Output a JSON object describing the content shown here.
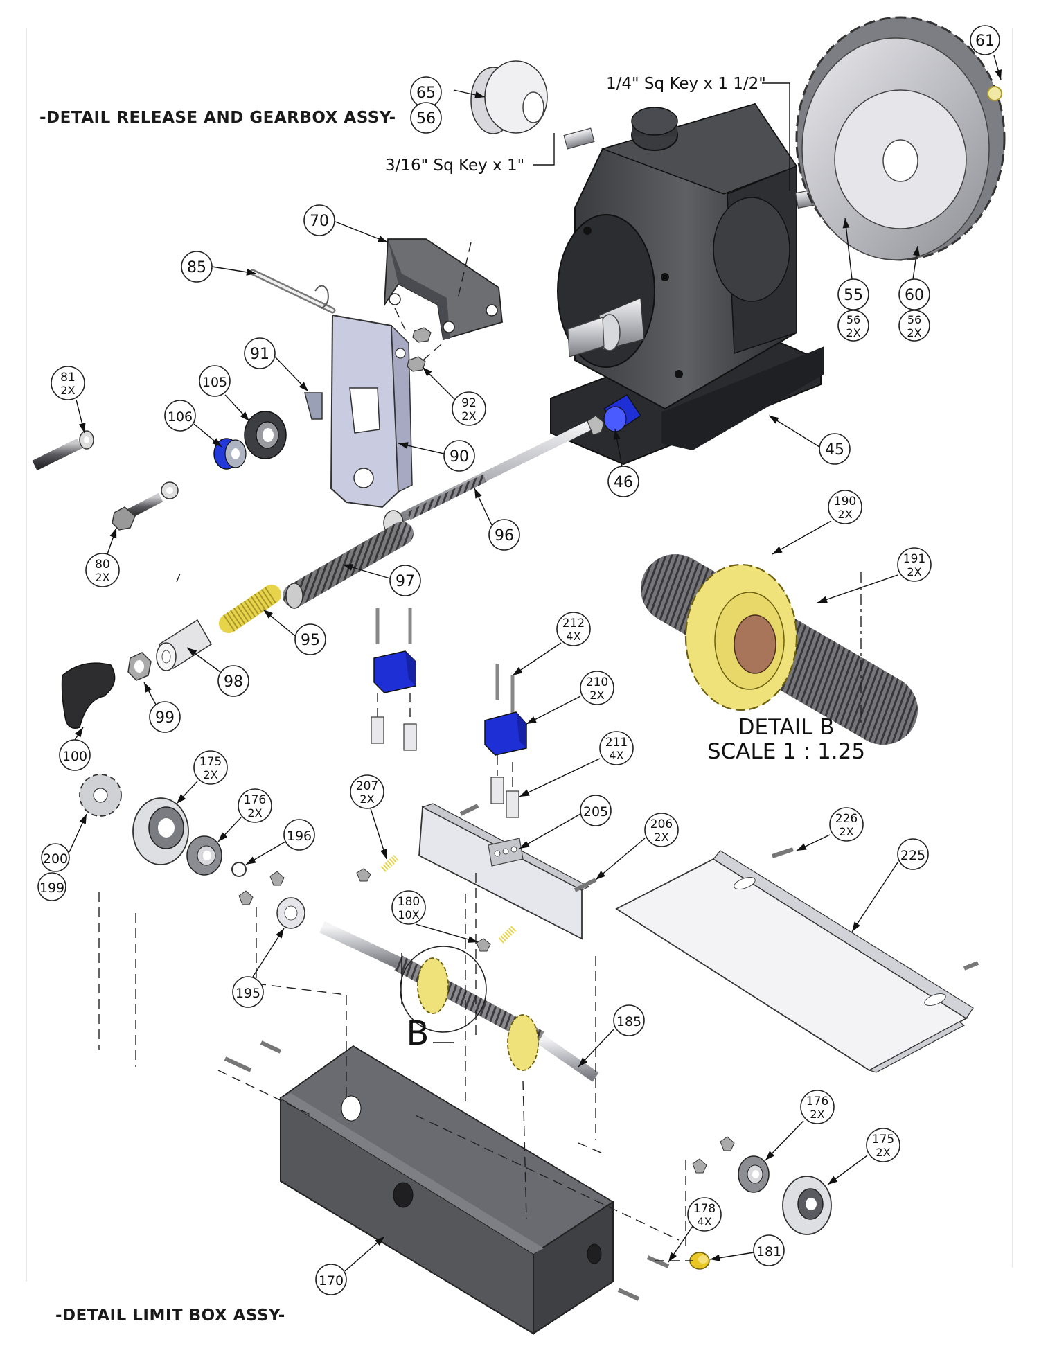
{
  "titles": {
    "release_gearbox": "-DETAIL RELEASE AND GEARBOX ASSY-",
    "limit_box": "-DETAIL LIMIT BOX  ASSY-"
  },
  "key_notes": {
    "key_1_4": "1/4\" Sq Key x 1 1/2\"",
    "key_3_16": "3/16\" Sq Key x 1\""
  },
  "detail_b": {
    "title": "DETAIL B",
    "scale": "SCALE 1 : 1.25",
    "marker": "B"
  },
  "colors": {
    "gearbox": "#2e2f33",
    "bracket": "#c9cbe0",
    "switch": "#1f2fd6",
    "collar": "#2238d8",
    "gear": "#f0e27a",
    "box": "#55575b",
    "cover": "#f3f3f6",
    "spring": "#e8d44a"
  },
  "balloons": [
    {
      "id": "b65",
      "top": "65"
    },
    {
      "id": "b56a",
      "top": "56"
    },
    {
      "id": "b61",
      "top": "61"
    },
    {
      "id": "b70",
      "top": "70"
    },
    {
      "id": "b85",
      "top": "85"
    },
    {
      "id": "b55",
      "top": "55"
    },
    {
      "id": "b55q",
      "top": "56",
      "sub": "2X"
    },
    {
      "id": "b60",
      "top": "60"
    },
    {
      "id": "b60q",
      "top": "56",
      "sub": "2X"
    },
    {
      "id": "b81",
      "top": "81",
      "sub": "2X"
    },
    {
      "id": "b91",
      "top": "91"
    },
    {
      "id": "b105",
      "top": "105"
    },
    {
      "id": "b92",
      "top": "92",
      "sub": "2X"
    },
    {
      "id": "b106",
      "top": "106"
    },
    {
      "id": "b45",
      "top": "45"
    },
    {
      "id": "b90",
      "top": "90"
    },
    {
      "id": "b46",
      "top": "46"
    },
    {
      "id": "b96",
      "top": "96"
    },
    {
      "id": "b80",
      "top": "80",
      "sub": "2X"
    },
    {
      "id": "b190",
      "top": "190",
      "sub": "2X"
    },
    {
      "id": "b191",
      "top": "191",
      "sub": "2X"
    },
    {
      "id": "b97",
      "top": "97"
    },
    {
      "id": "b212",
      "top": "212",
      "sub": "4X"
    },
    {
      "id": "b95",
      "top": "95"
    },
    {
      "id": "b98",
      "top": "98"
    },
    {
      "id": "b210",
      "top": "210",
      "sub": "2X"
    },
    {
      "id": "b99",
      "top": "99"
    },
    {
      "id": "b211",
      "top": "211",
      "sub": "4X"
    },
    {
      "id": "b100",
      "top": "100"
    },
    {
      "id": "b175a",
      "top": "175",
      "sub": "2X"
    },
    {
      "id": "b176a",
      "top": "176",
      "sub": "2X"
    },
    {
      "id": "b207",
      "top": "207",
      "sub": "2X"
    },
    {
      "id": "b205",
      "top": "205"
    },
    {
      "id": "b226",
      "top": "226",
      "sub": "2X"
    },
    {
      "id": "b196",
      "top": "196"
    },
    {
      "id": "b206",
      "top": "206",
      "sub": "2X"
    },
    {
      "id": "b225",
      "top": "225"
    },
    {
      "id": "b200",
      "top": "200"
    },
    {
      "id": "b199",
      "top": "199"
    },
    {
      "id": "b180",
      "top": "180",
      "sub": "10X"
    },
    {
      "id": "b195",
      "top": "195"
    },
    {
      "id": "b185",
      "top": "185"
    },
    {
      "id": "b176b",
      "top": "176",
      "sub": "2X"
    },
    {
      "id": "b175b",
      "top": "175",
      "sub": "2X"
    },
    {
      "id": "b178",
      "top": "178",
      "sub": "4X"
    },
    {
      "id": "b181",
      "top": "181"
    },
    {
      "id": "b170",
      "top": "170"
    }
  ]
}
